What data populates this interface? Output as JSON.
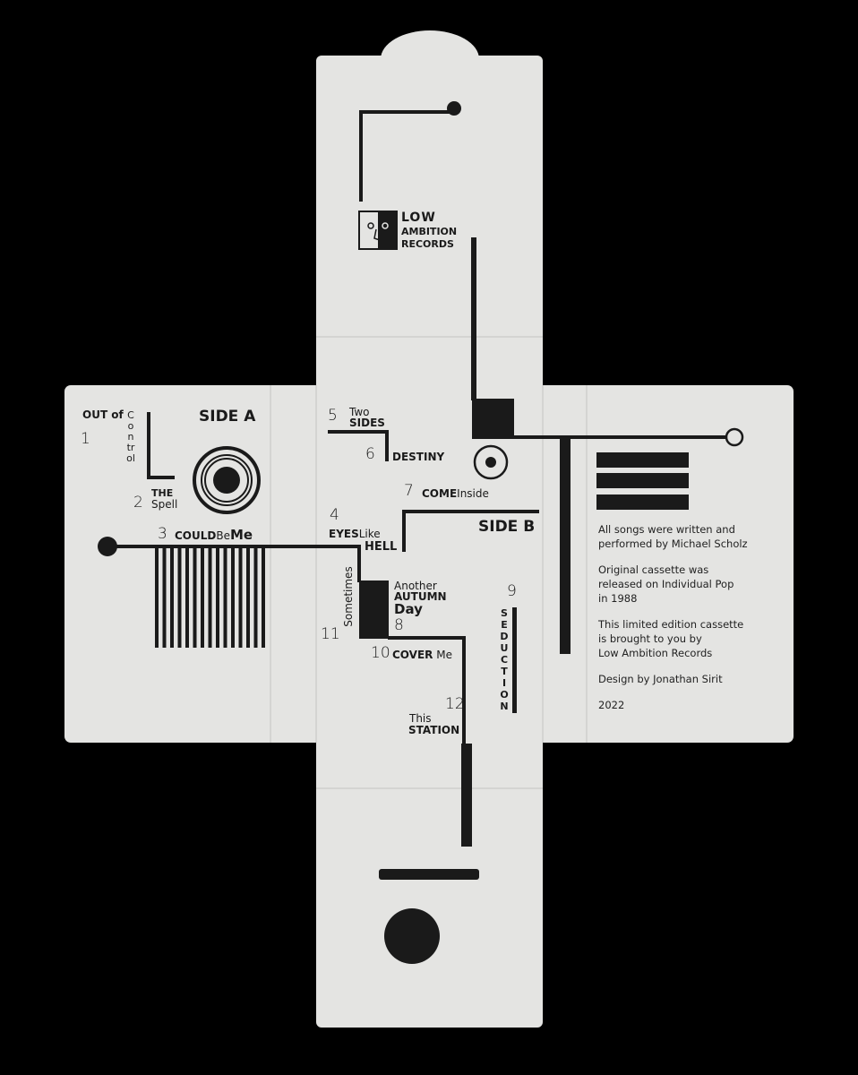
{
  "label": {
    "side_a": "SIDE A",
    "side_b": "SIDE B"
  },
  "logo": {
    "line1": "LOW",
    "line2": "AMBITION",
    "line3": "RECORDS"
  },
  "tracks": [
    {
      "num": "1",
      "title_a": "OUT of",
      "title_b": "Control"
    },
    {
      "num": "2",
      "title_a": "THE",
      "title_b": "Spell"
    },
    {
      "num": "3",
      "title_a": "COULD",
      "title_b": "Be",
      "title_c": "Me"
    },
    {
      "num": "4",
      "title_a": "EYES",
      "title_b": "Like",
      "title_c": "HELL"
    },
    {
      "num": "5",
      "title_a": "Two",
      "title_b": "SIDES"
    },
    {
      "num": "6",
      "title_a": "DESTINY"
    },
    {
      "num": "7",
      "title_a": "COME",
      "title_b": "Inside"
    },
    {
      "num": "8",
      "title_a": "Another",
      "title_b": "AUTUMN",
      "title_c": "Day"
    },
    {
      "num": "9",
      "title_a": "SEDUCTION"
    },
    {
      "num": "10",
      "title_a": "COVER",
      "title_b": "Me"
    },
    {
      "num": "11",
      "title_a": "Sometimes"
    },
    {
      "num": "12",
      "title_a": "This",
      "title_b": "STATION"
    }
  ],
  "credits": [
    {
      "l1": "All songs were written and",
      "l2": "performed by Michael Scholz"
    },
    {
      "l1": "Original cassette was",
      "l2": "released on Individual Pop",
      "l3": "in 1988"
    },
    {
      "l1": "This limited edition cassette",
      "l2": "is brought to you by",
      "l3": "Low Ambition Records"
    },
    {
      "l1": "Design by Jonathan Sirit"
    },
    {
      "l1": "2022"
    }
  ],
  "colors": {
    "paper": "#e4e4e2",
    "ink": "#1a1a1a",
    "background": "#000000"
  }
}
